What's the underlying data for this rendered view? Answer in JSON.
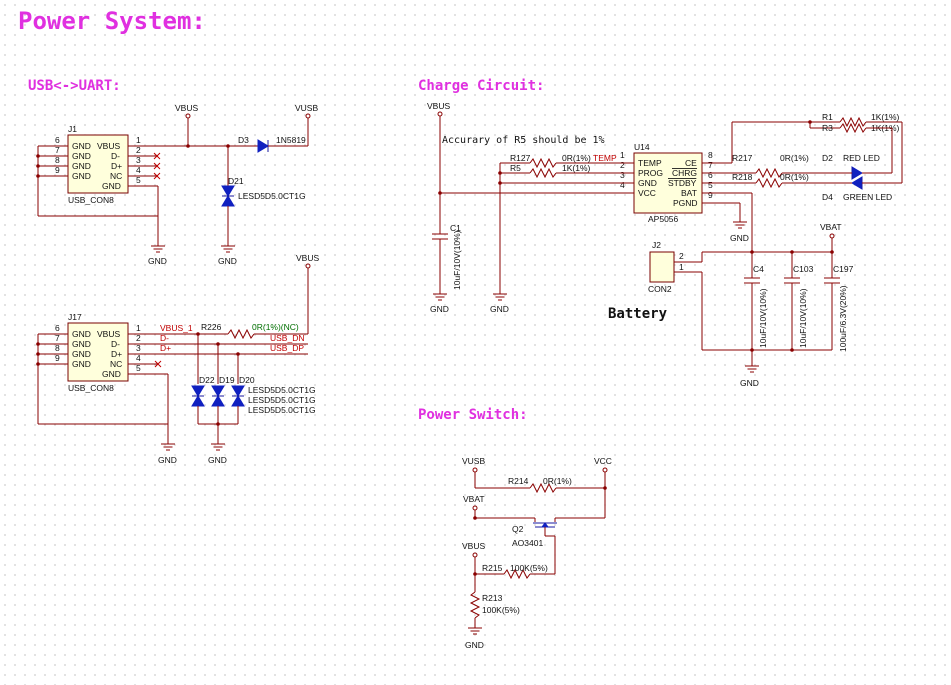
{
  "title": "Power System:",
  "sections": {
    "usb_uart": "USB<->UART:",
    "charge": "Charge Circuit:",
    "power_switch": "Power Switch:"
  },
  "j1": {
    "ref": "J1",
    "name": "USB_CON8",
    "pins_left": [
      "6",
      "7",
      "8",
      "9"
    ],
    "labels_left": [
      "GND",
      "GND",
      "GND",
      "GND"
    ],
    "labels_right": [
      "VBUS",
      "D-",
      "D+",
      "NC",
      "GND"
    ],
    "pins_right": [
      "1",
      "2",
      "3",
      "4",
      "5"
    ]
  },
  "j17": {
    "ref": "J17",
    "name": "USB_CON8",
    "pins_left": [
      "6",
      "7",
      "8",
      "9"
    ],
    "labels_left": [
      "GND",
      "GND",
      "GND",
      "GND"
    ],
    "labels_right": [
      "VBUS",
      "D-",
      "D+",
      "NC",
      "GND"
    ],
    "pins_right": [
      "1",
      "2",
      "3",
      "4",
      "5"
    ]
  },
  "usb_top": {
    "vbus": "VBUS",
    "vusb": "VUSB",
    "d3_ref": "D3",
    "d3_val": "1N5819",
    "d21_ref": "D21",
    "d21_val": "LESD5D5.0CT1G",
    "gnd1": "GND",
    "gnd2": "GND"
  },
  "usb_bottom": {
    "vbus": "VBUS",
    "net_vbus1": "VBUS_1",
    "r226_ref": "R226",
    "r226_val": "0R(1%)(NC)",
    "dm": "D-",
    "dp": "D+",
    "usb_dn": "USB_DN",
    "usb_dp": "USB_DP",
    "d22": "D22",
    "d19": "D19",
    "d20": "D20",
    "tvs_val": [
      "LESD5D5.0CT1G",
      "LESD5D5.0CT1G",
      "LESD5D5.0CT1G"
    ],
    "gnd1": "GND",
    "gnd2": "GND"
  },
  "charge": {
    "vbus": "VBUS",
    "note": "Accurary of R5 should be 1%",
    "u14_ref": "U14",
    "u14_name": "AP5056",
    "u14_left_pins": [
      "1",
      "2",
      "3",
      "4"
    ],
    "u14_left_labels": [
      "TEMP",
      "PROG",
      "GND",
      "VCC"
    ],
    "u14_right_labels": [
      "CE",
      "CHRG",
      "STDBY",
      "BAT",
      "PGND"
    ],
    "u14_right_pins": [
      "8",
      "7",
      "6",
      "5",
      "9"
    ],
    "r127_ref": "R127",
    "r127_val": "0R(1%)",
    "temp_net": "TEMP",
    "r5_ref": "R5",
    "r5_val": "1K(1%)",
    "r217_ref": "R217",
    "r217_val": "0R(1%)",
    "r218_ref": "R218",
    "r218_val": "0R(1%)",
    "r1_ref": "R1",
    "r1_val": "1K(1%)",
    "r3_ref": "R3",
    "r3_val": "1K(1%)",
    "d2_ref": "D2",
    "d2_val": "RED LED",
    "d4_ref": "D4",
    "d4_val": "GREEN LED",
    "c1_ref": "C1",
    "c1_val": "10uF/10V(10%)",
    "gnd_c1": "GND",
    "gnd_r5": "GND",
    "gnd_pgnd": "GND",
    "j2_ref": "J2",
    "j2_name": "CON2",
    "j2_pins": [
      "2",
      "1"
    ],
    "battery": "Battery",
    "vbat": "VBAT",
    "c4_ref": "C4",
    "c4_val": "10uF/10V(10%)",
    "c103_ref": "C103",
    "c103_val": "10uF/10V(10%)",
    "c197_ref": "C197",
    "c197_val": "100uF/6.3V(20%)",
    "gnd_bat": "GND"
  },
  "switch": {
    "vusb": "VUSB",
    "vcc": "VCC",
    "r214_ref": "R214",
    "r214_val": "0R(1%)",
    "vbat": "VBAT",
    "q2_ref": "Q2",
    "q2_val": "AO3401",
    "vbus": "VBUS",
    "r215_ref": "R215",
    "r215_val": "100K(5%)",
    "r213_ref": "R213",
    "r213_val": "100K(5%)",
    "gnd": "GND"
  }
}
